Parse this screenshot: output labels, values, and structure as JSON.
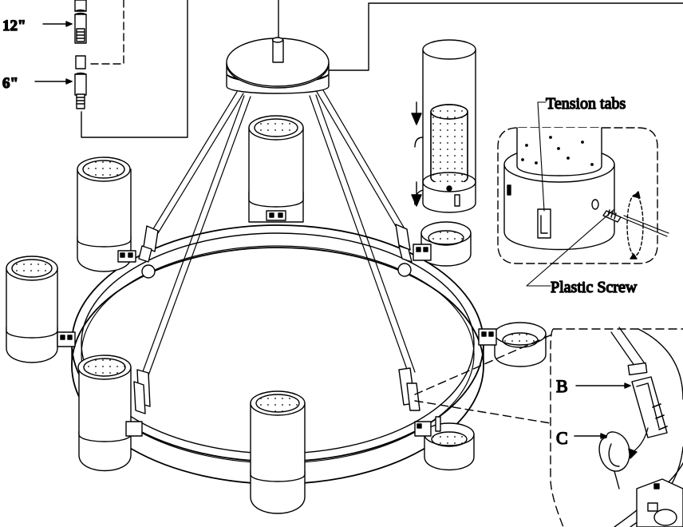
{
  "labels": {
    "rod_12": "12\"",
    "rod_6": "6\"",
    "tension_tabs": "Tension tabs",
    "plastic_screw": "Plastic Screw",
    "callout_b": "B",
    "callout_c": "C"
  },
  "colors": {
    "line": "#000000",
    "fill": "#ffffff",
    "shade": "#e6e6e6",
    "dark": "#4a4a4a"
  }
}
